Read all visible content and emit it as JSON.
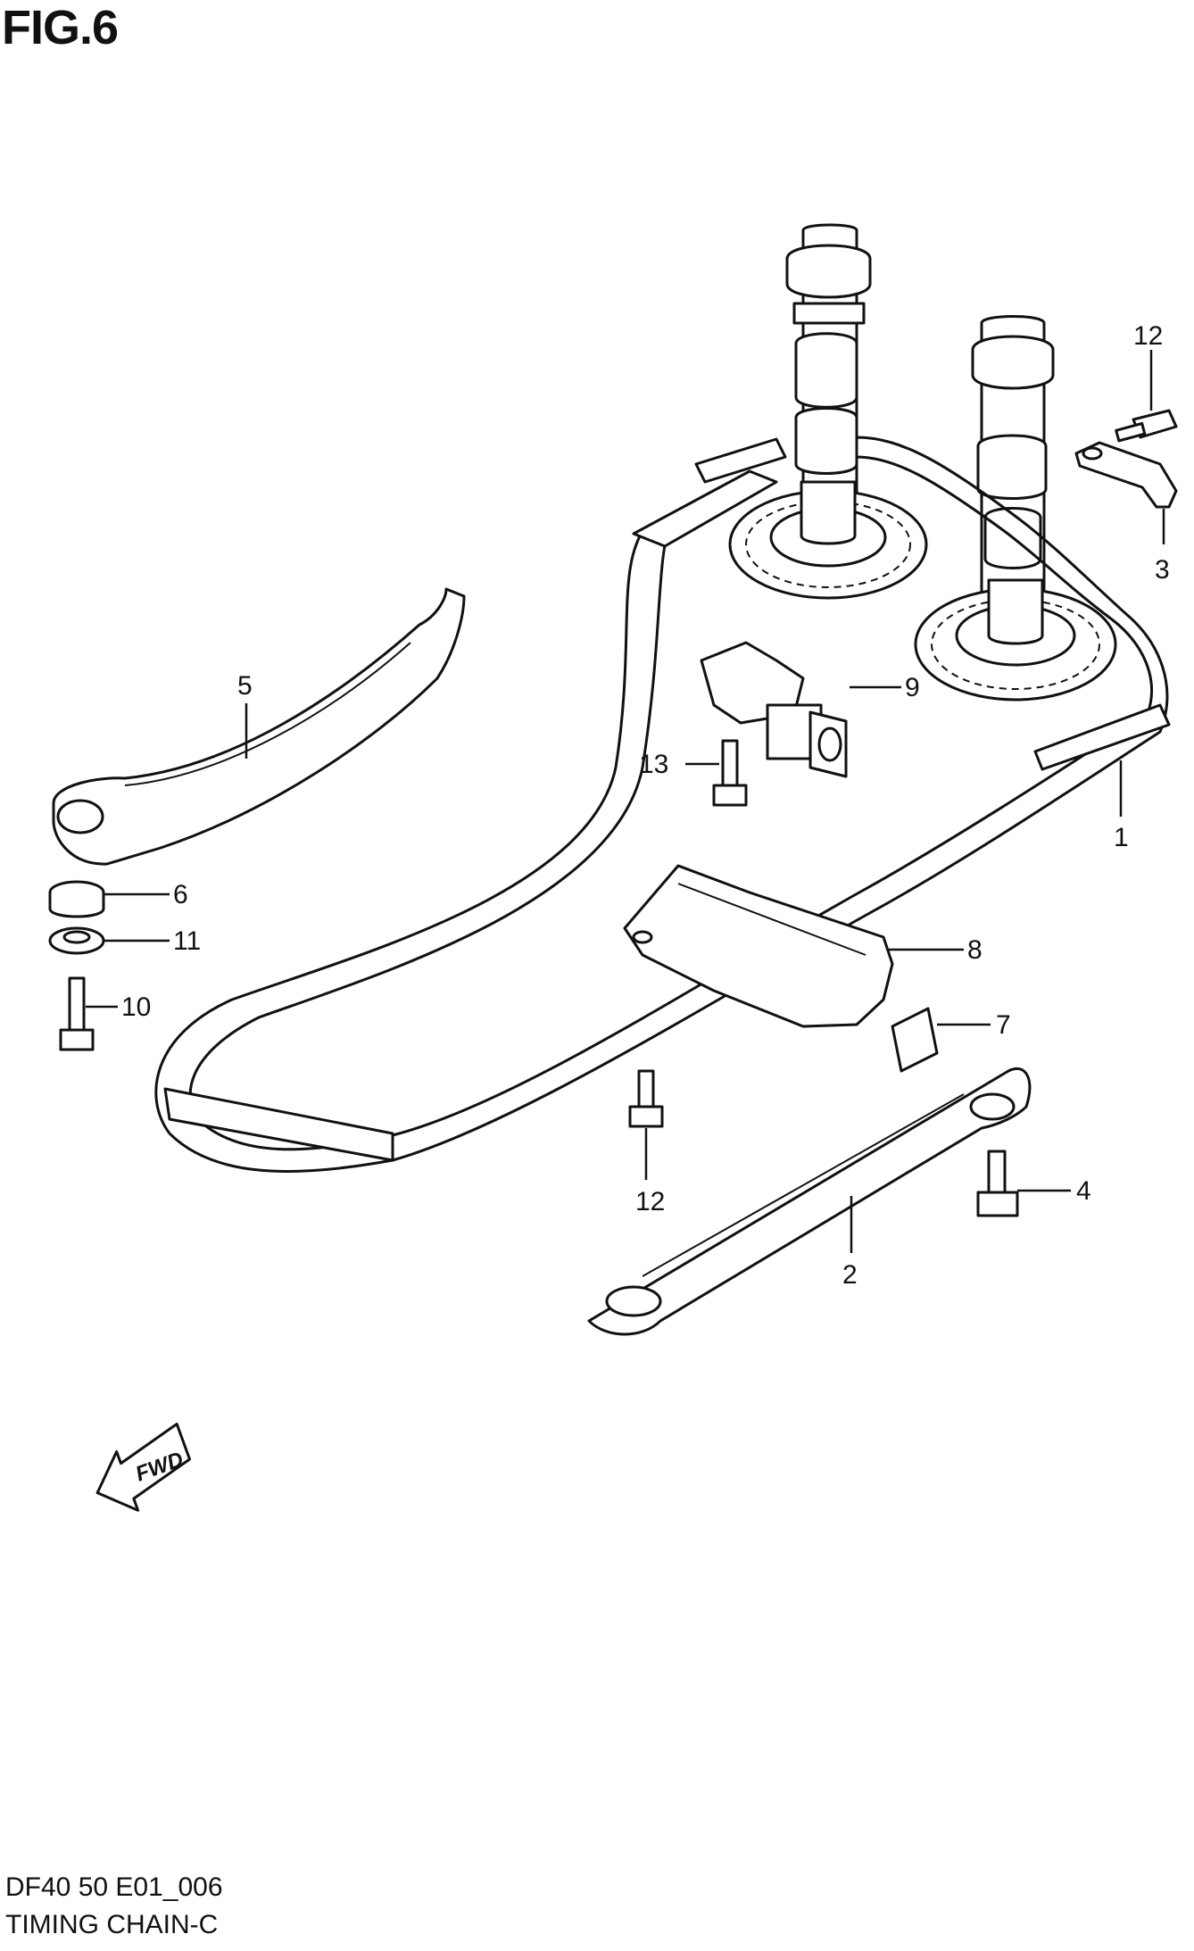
{
  "figure": {
    "title": "FIG.6"
  },
  "footer": {
    "code": "DF40 50 E01_006",
    "name": "TIMING CHAIN-C"
  },
  "fwd_arrow": {
    "label": "FWD",
    "icon": "fwd-arrow-icon"
  },
  "callouts": [
    {
      "id": "1",
      "label": "1"
    },
    {
      "id": "2",
      "label": "2"
    },
    {
      "id": "3",
      "label": "3"
    },
    {
      "id": "4",
      "label": "4"
    },
    {
      "id": "5",
      "label": "5"
    },
    {
      "id": "6",
      "label": "6"
    },
    {
      "id": "7",
      "label": "7"
    },
    {
      "id": "8",
      "label": "8"
    },
    {
      "id": "9",
      "label": "9"
    },
    {
      "id": "10",
      "label": "10"
    },
    {
      "id": "11",
      "label": "11"
    },
    {
      "id": "12a",
      "label": "12"
    },
    {
      "id": "12b",
      "label": "12"
    },
    {
      "id": "13",
      "label": "13"
    }
  ]
}
